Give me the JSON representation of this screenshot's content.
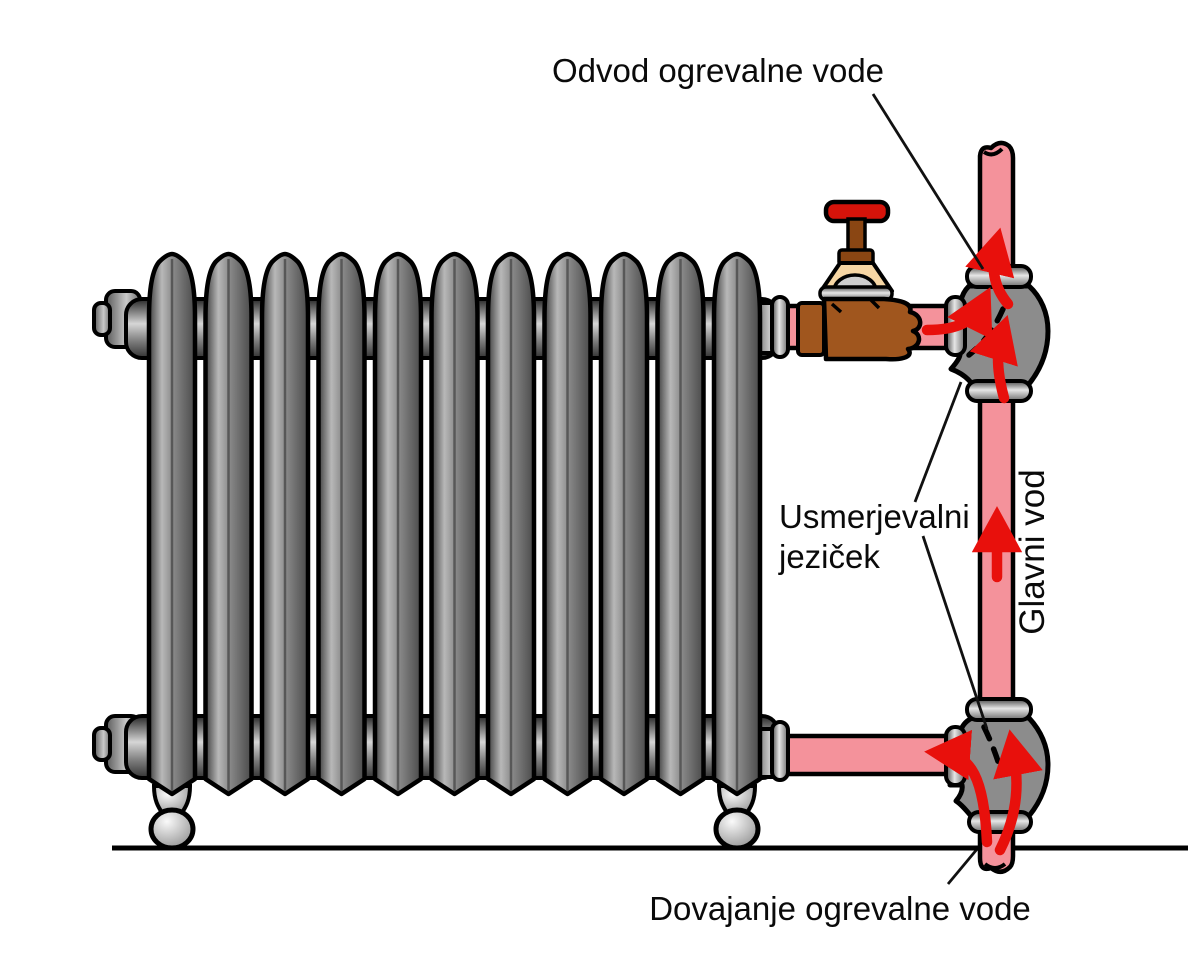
{
  "diagram": {
    "type": "radiator-heating-connection-diagram",
    "labels": {
      "outflow": "Odvod ogrevalne vode",
      "directing_tab": {
        "line1": "Usmerjevalni",
        "line2": "jeziček"
      },
      "main_line": "Glavni vod",
      "supply": "Dovajanje ogrevalne vode"
    },
    "colors": {
      "pipe": "#f4929b",
      "fitting": "#8c8c8c",
      "arrow": "#e8100c",
      "valve_body": "#a0561e",
      "valve_handle": "#d6130a",
      "valve_bonnet": "#f6d6a4",
      "outline": "#000000"
    }
  }
}
